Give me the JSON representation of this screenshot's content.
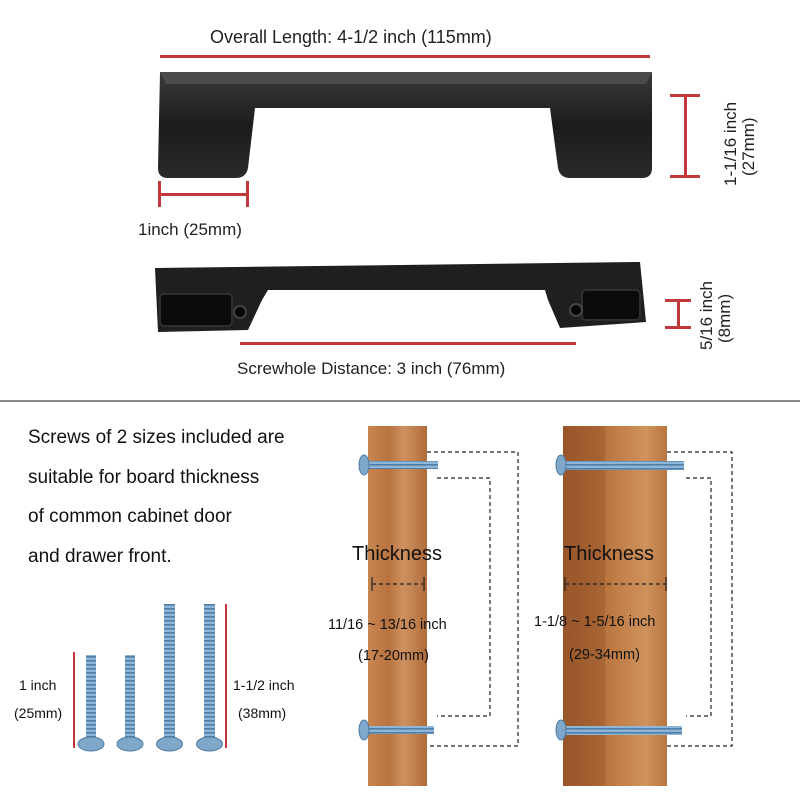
{
  "handle_top": {
    "overall_length": "Overall Length: 4-1/2 inch (115mm)",
    "height_line1": "1-1/16 inch",
    "height_line2": "(27mm)",
    "foot_width": "1inch (25mm)"
  },
  "handle_bottom": {
    "depth_line1": "5/16 inch",
    "depth_line2": "(8mm)",
    "screwhole_distance": "Screwhole Distance: 3 inch (76mm)"
  },
  "description": {
    "line1": "Screws of 2 sizes included are",
    "line2": "suitable for board thickness",
    "line3": "of common cabinet door",
    "line4": "and drawer front."
  },
  "screws": {
    "short_len": "1 inch",
    "short_mm": "(25mm)",
    "long_len": "1-1/2 inch",
    "long_mm": "(38mm)"
  },
  "board_thin": {
    "heading": "Thickness",
    "range": "11/16 ~ 13/16 inch",
    "range_mm": "(17-20mm)"
  },
  "board_thick": {
    "heading": "Thickness",
    "range": "1-1/8 ~ 1-5/16 inch",
    "range_mm": "(29-34mm)"
  },
  "colors": {
    "accent_red": "#c0393b",
    "handle_black": "#1e1e1e",
    "wood": "#c07a45",
    "screw_blue": "#7fa9cc"
  }
}
